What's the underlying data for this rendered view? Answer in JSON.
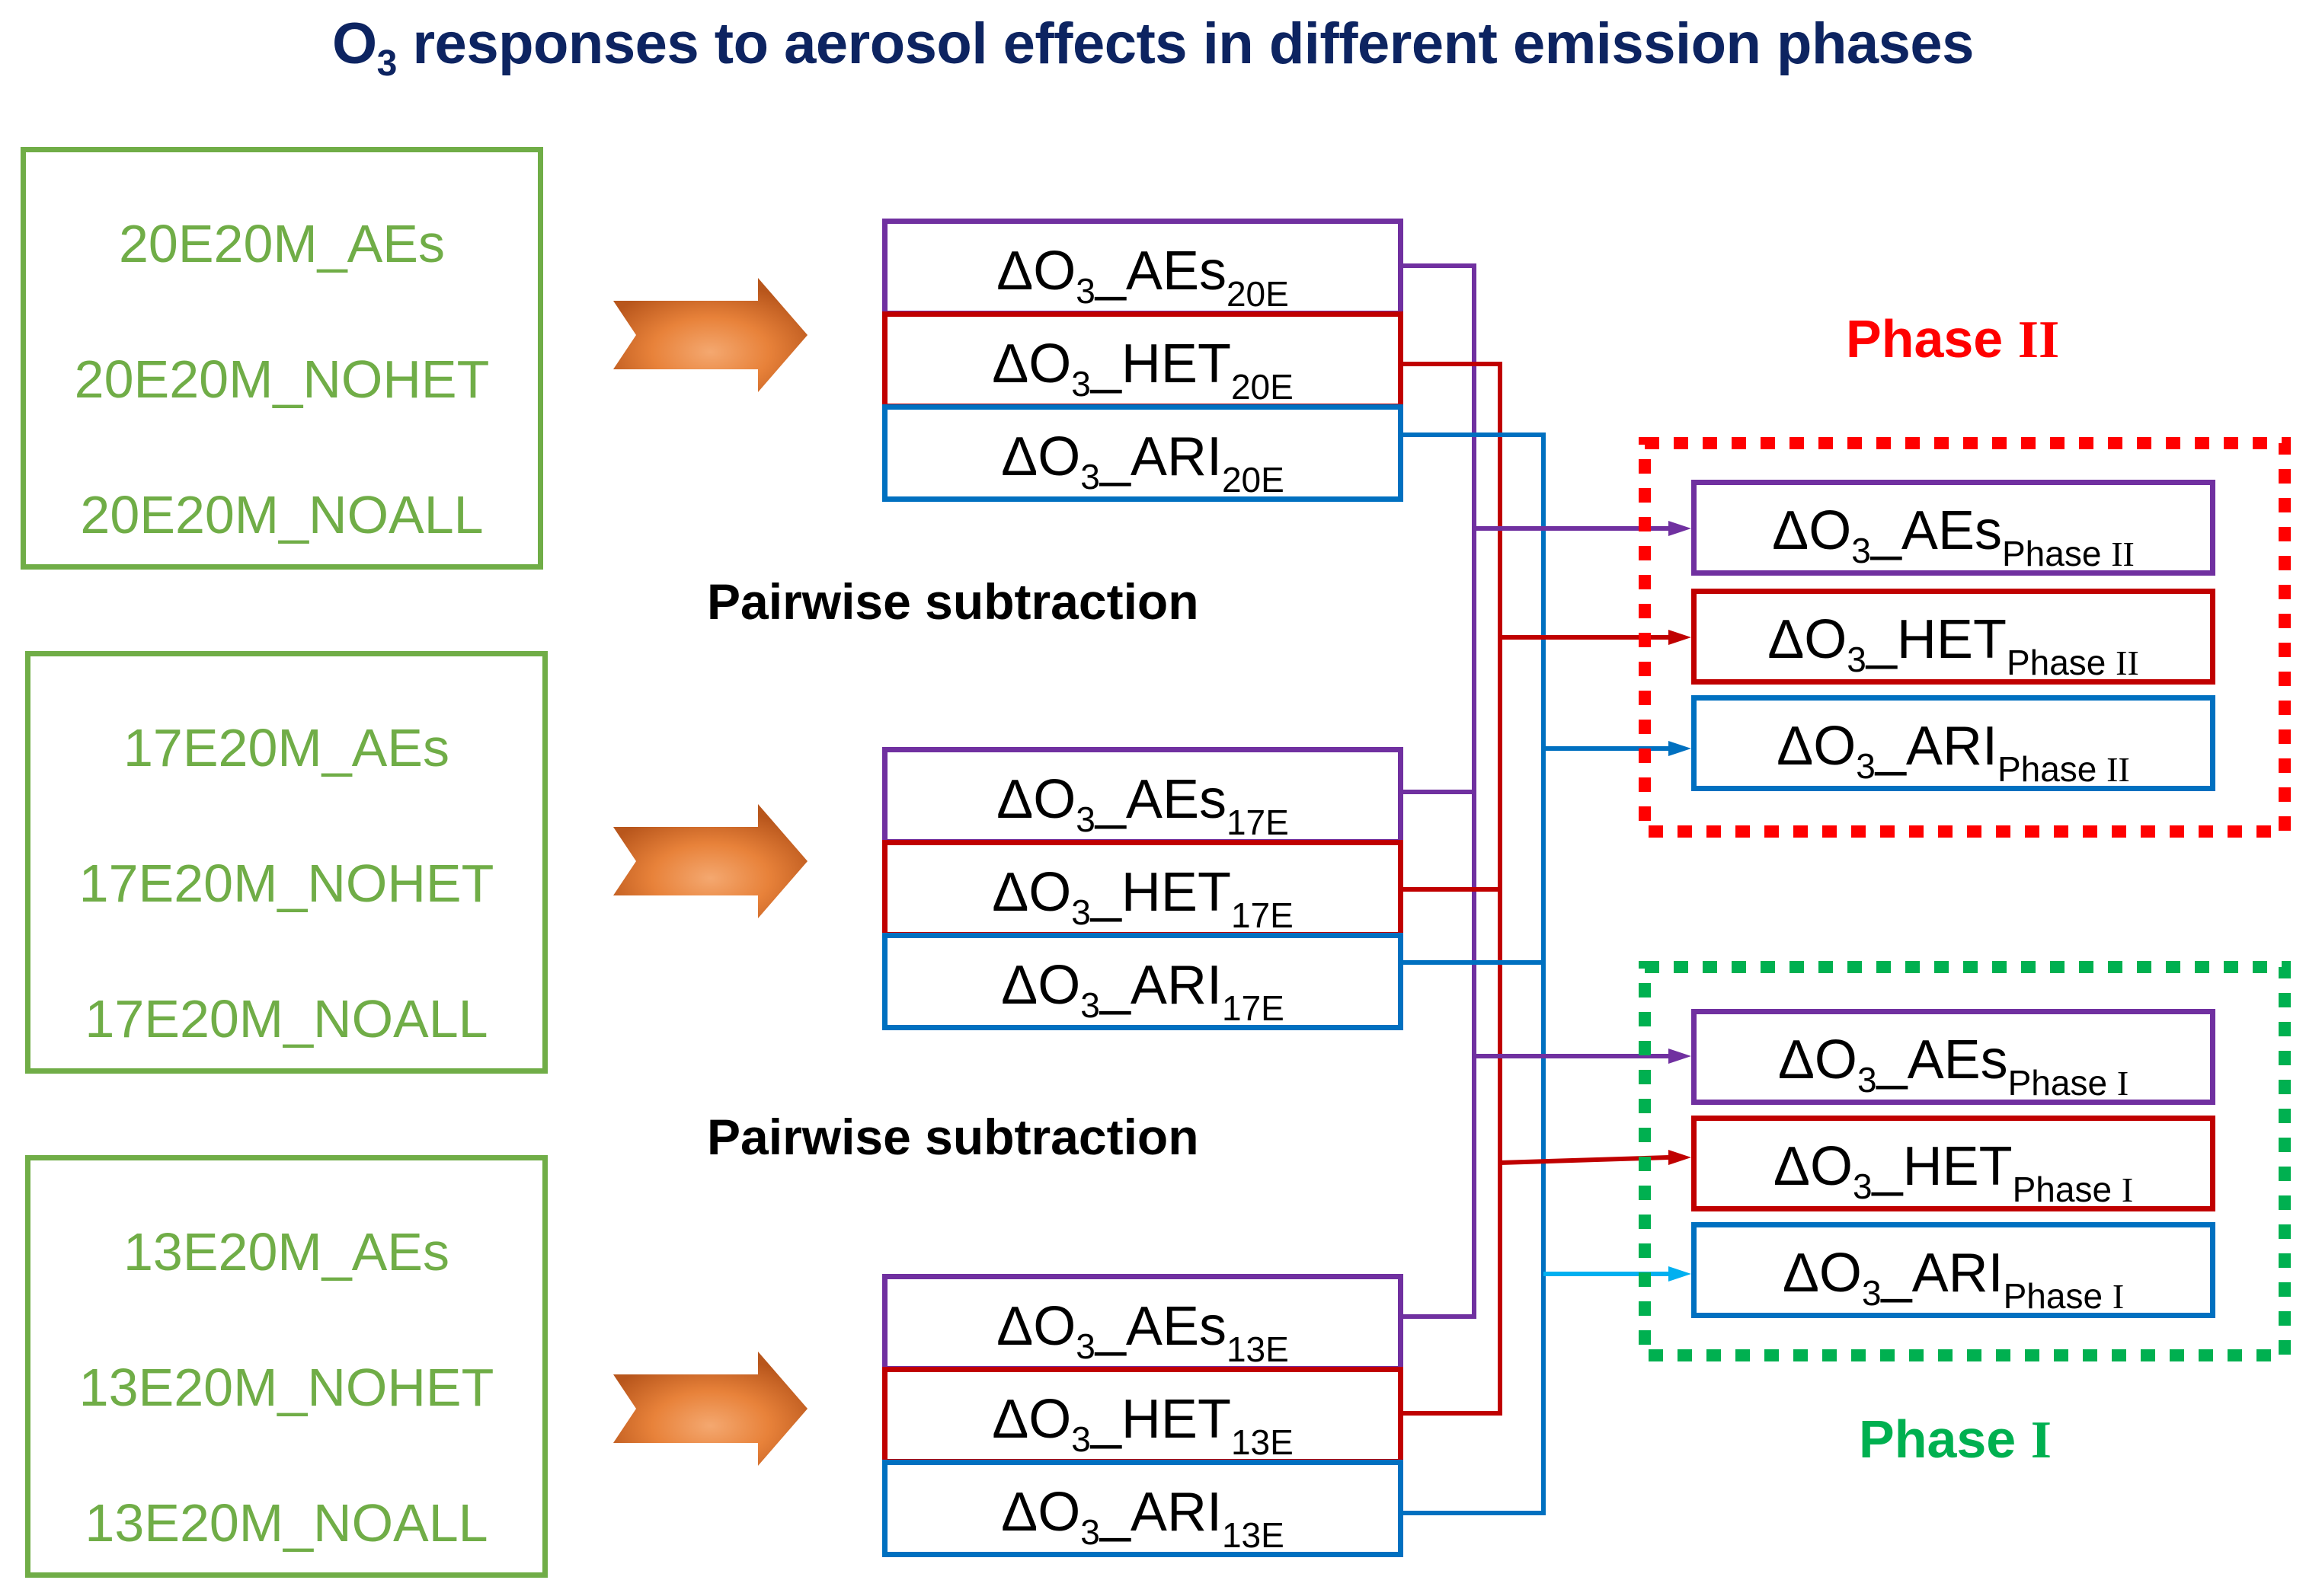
{
  "title": {
    "prefix": "O",
    "sub": "3",
    "rest": " responses to aerosol effects in different emission phases"
  },
  "colors": {
    "title": "#0d2461",
    "sim": "#70ad47",
    "aes": "#7030a0",
    "het": "#c00000",
    "ari": "#0070c0",
    "ari_light": "#00b0f0",
    "phase2": "#ff0000",
    "phase1": "#00b050",
    "arrow": "#e07b30"
  },
  "simulation_groups": [
    {
      "items": [
        "20E20M_AEs",
        "20E20M_NOHET",
        "20E20M_NOALL"
      ]
    },
    {
      "items": [
        "17E20M_AEs",
        "17E20M_NOHET",
        "17E20M_NOALL"
      ]
    },
    {
      "items": [
        "13E20M_AEs",
        "13E20M_NOHET",
        "13E20M_NOALL"
      ]
    }
  ],
  "pairwise_labels": [
    "Pairwise subtraction",
    "Pairwise subtraction"
  ],
  "delta_prefix": "ΔO",
  "delta_sub": "3",
  "delta_groups": [
    {
      "suffix": "20E",
      "rows": [
        "_AEs",
        "_HET",
        "_ARI"
      ]
    },
    {
      "suffix": "17E",
      "rows": [
        "_AEs",
        "_HET",
        "_ARI"
      ]
    },
    {
      "suffix": "13E",
      "rows": [
        "_AEs",
        "_HET",
        "_ARI"
      ]
    }
  ],
  "phases": [
    {
      "label": "Phase ",
      "roman": "II",
      "sub_label": "Phase ",
      "rows": [
        "_AEs",
        "_HET",
        "_ARI"
      ]
    },
    {
      "label": "Phase ",
      "roman": "I",
      "sub_label": "Phase ",
      "rows": [
        "_AEs",
        "_HET",
        "_ARI"
      ]
    }
  ]
}
